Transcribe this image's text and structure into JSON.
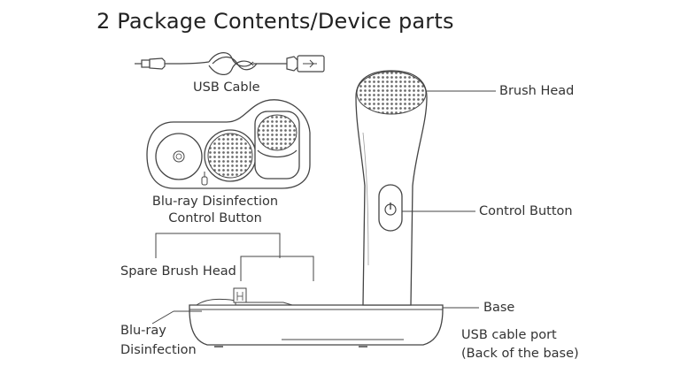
{
  "title": "2 Package Contents/Device parts",
  "labels": {
    "usb_cable": "USB Cable",
    "brush_head": "Brush Head",
    "control_button": "Control Button",
    "disinfection_button_line1": "Blu-ray Disinfection",
    "disinfection_button_line2": "Control Button",
    "spare_brush_head": "Spare Brush Head",
    "base": "Base",
    "blu_ray_line1": "Blu-ray",
    "blu_ray_line2": "Disinfection",
    "usb_port_line1": "USB cable port",
    "usb_port_line2": "(Back of the base)"
  }
}
